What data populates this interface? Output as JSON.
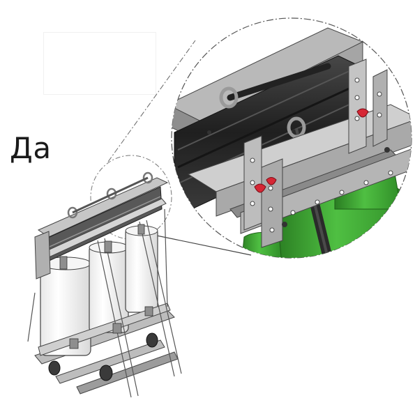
{
  "caption": "Да",
  "figure": {
    "parts": {
      "core_frame": "core-frame",
      "coil": "coil",
      "clamp_bar": "clamp-bar",
      "lifting_lug": "lifting-lug",
      "tie_rod": "tie-rod",
      "red_fastener": "red-fastener"
    },
    "colors": {
      "steel_light": "#c9c9c9",
      "steel_mid": "#9a9a9a",
      "steel_dark": "#5d5d5d",
      "core_black": "#2e2e2e",
      "coil_green": "#3fa534",
      "coil_green_dark": "#2a7d22",
      "fastener_red": "#d62634",
      "outline": "#444444",
      "coil_white": "#ffffff"
    }
  }
}
